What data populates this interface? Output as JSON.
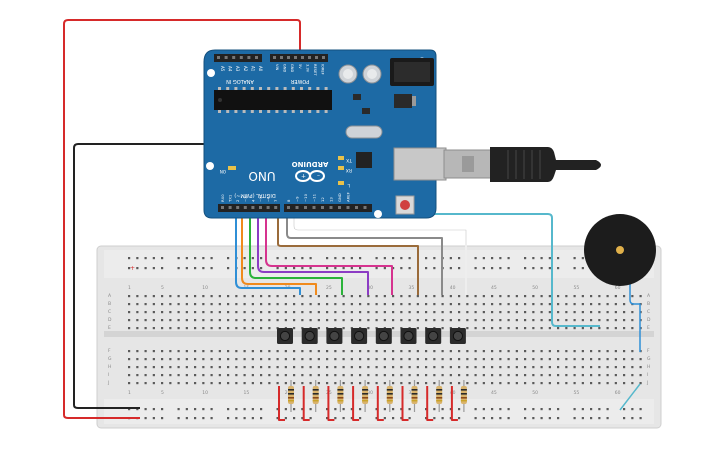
{
  "board": {
    "brand": "ARDUINO",
    "model": "UNO",
    "analog_header": "ANALOG IN",
    "power_header": "POWER",
    "digital_header": "DIGITAL (PWM~)",
    "analog_pins": [
      "A5",
      "A4",
      "A3",
      "A2",
      "A1",
      "A0"
    ],
    "power_pins": [
      "VIN",
      "GND",
      "GND",
      "5V",
      "3.3V",
      "RESET",
      "IOREF"
    ],
    "digital_pins": [
      "RX0",
      "TX1",
      "2",
      "~3",
      "4",
      "~5",
      "~6",
      "7",
      "8",
      "~9",
      "~10",
      "~11",
      "12",
      "13",
      "GND",
      "AREF"
    ],
    "leds": [
      "TX",
      "RX",
      "L",
      "ON"
    ]
  },
  "breadboard": {
    "row_letters_top": [
      "A",
      "B",
      "C",
      "D",
      "E"
    ],
    "row_letters_bottom": [
      "F",
      "G",
      "H",
      "I",
      "J"
    ],
    "column_numbers": [
      "1",
      "5",
      "10",
      "15",
      "20",
      "25",
      "30",
      "35",
      "40",
      "45",
      "50",
      "55",
      "60"
    ]
  },
  "components": {
    "push_buttons": 8,
    "resistors": 8,
    "buzzers": 1
  },
  "colors": {
    "board": "#1d6aa5",
    "breadboard": "#e7e7e7",
    "wire_red": "#d62a2a",
    "wire_black": "#222222",
    "wire_blue": "#2f8fd6",
    "wire_orange": "#f08a1c",
    "wire_green": "#2bb33a",
    "wire_purple": "#8c3cc4",
    "wire_magenta": "#d6338f",
    "wire_brown": "#9a6b3a",
    "wire_gray": "#8a8a8a",
    "wire_white": "#ffffff",
    "wire_cyan": "#56b8cc"
  }
}
